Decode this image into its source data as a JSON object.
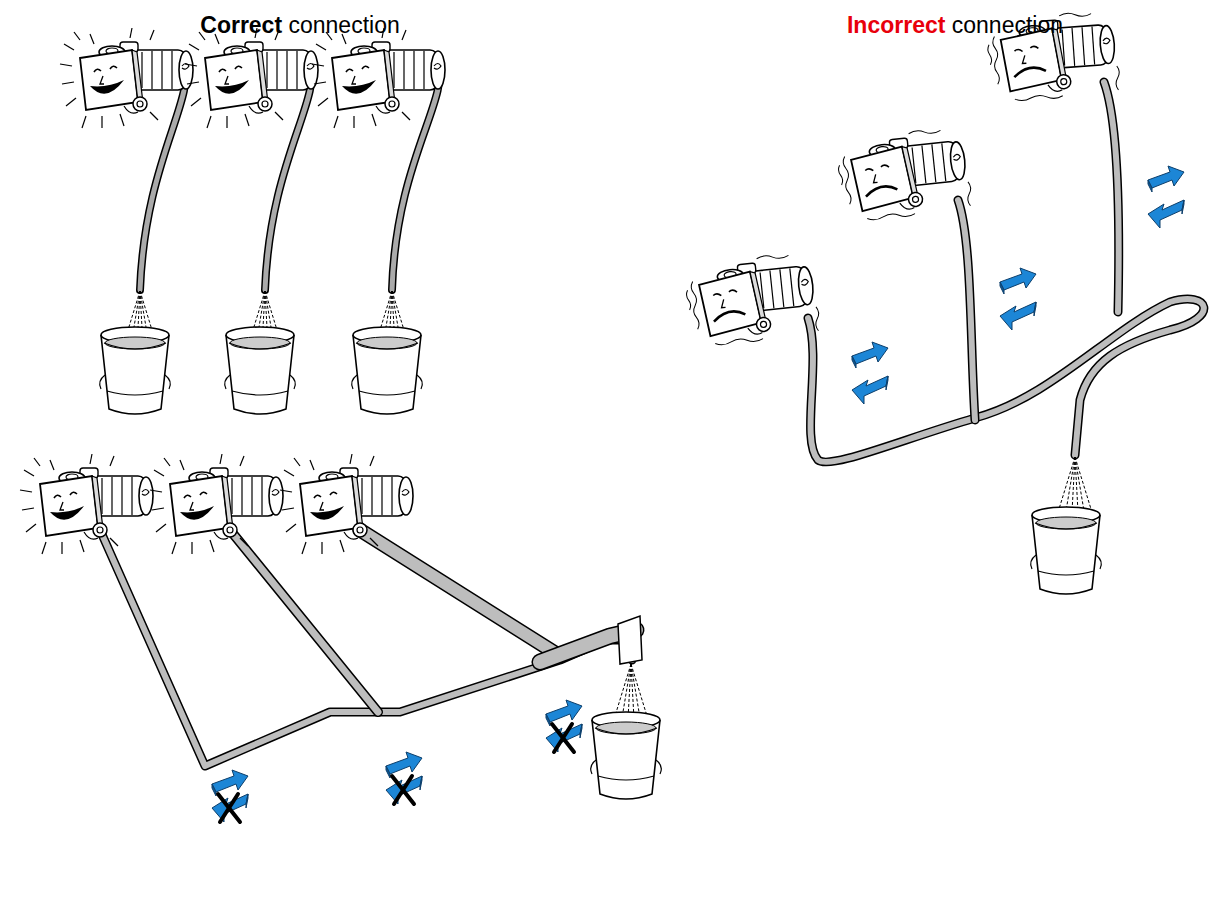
{
  "diagram": {
    "labels": [
      "Correct",
      "connection",
      "Incorrect",
      "connection"
    ]
  }
}
